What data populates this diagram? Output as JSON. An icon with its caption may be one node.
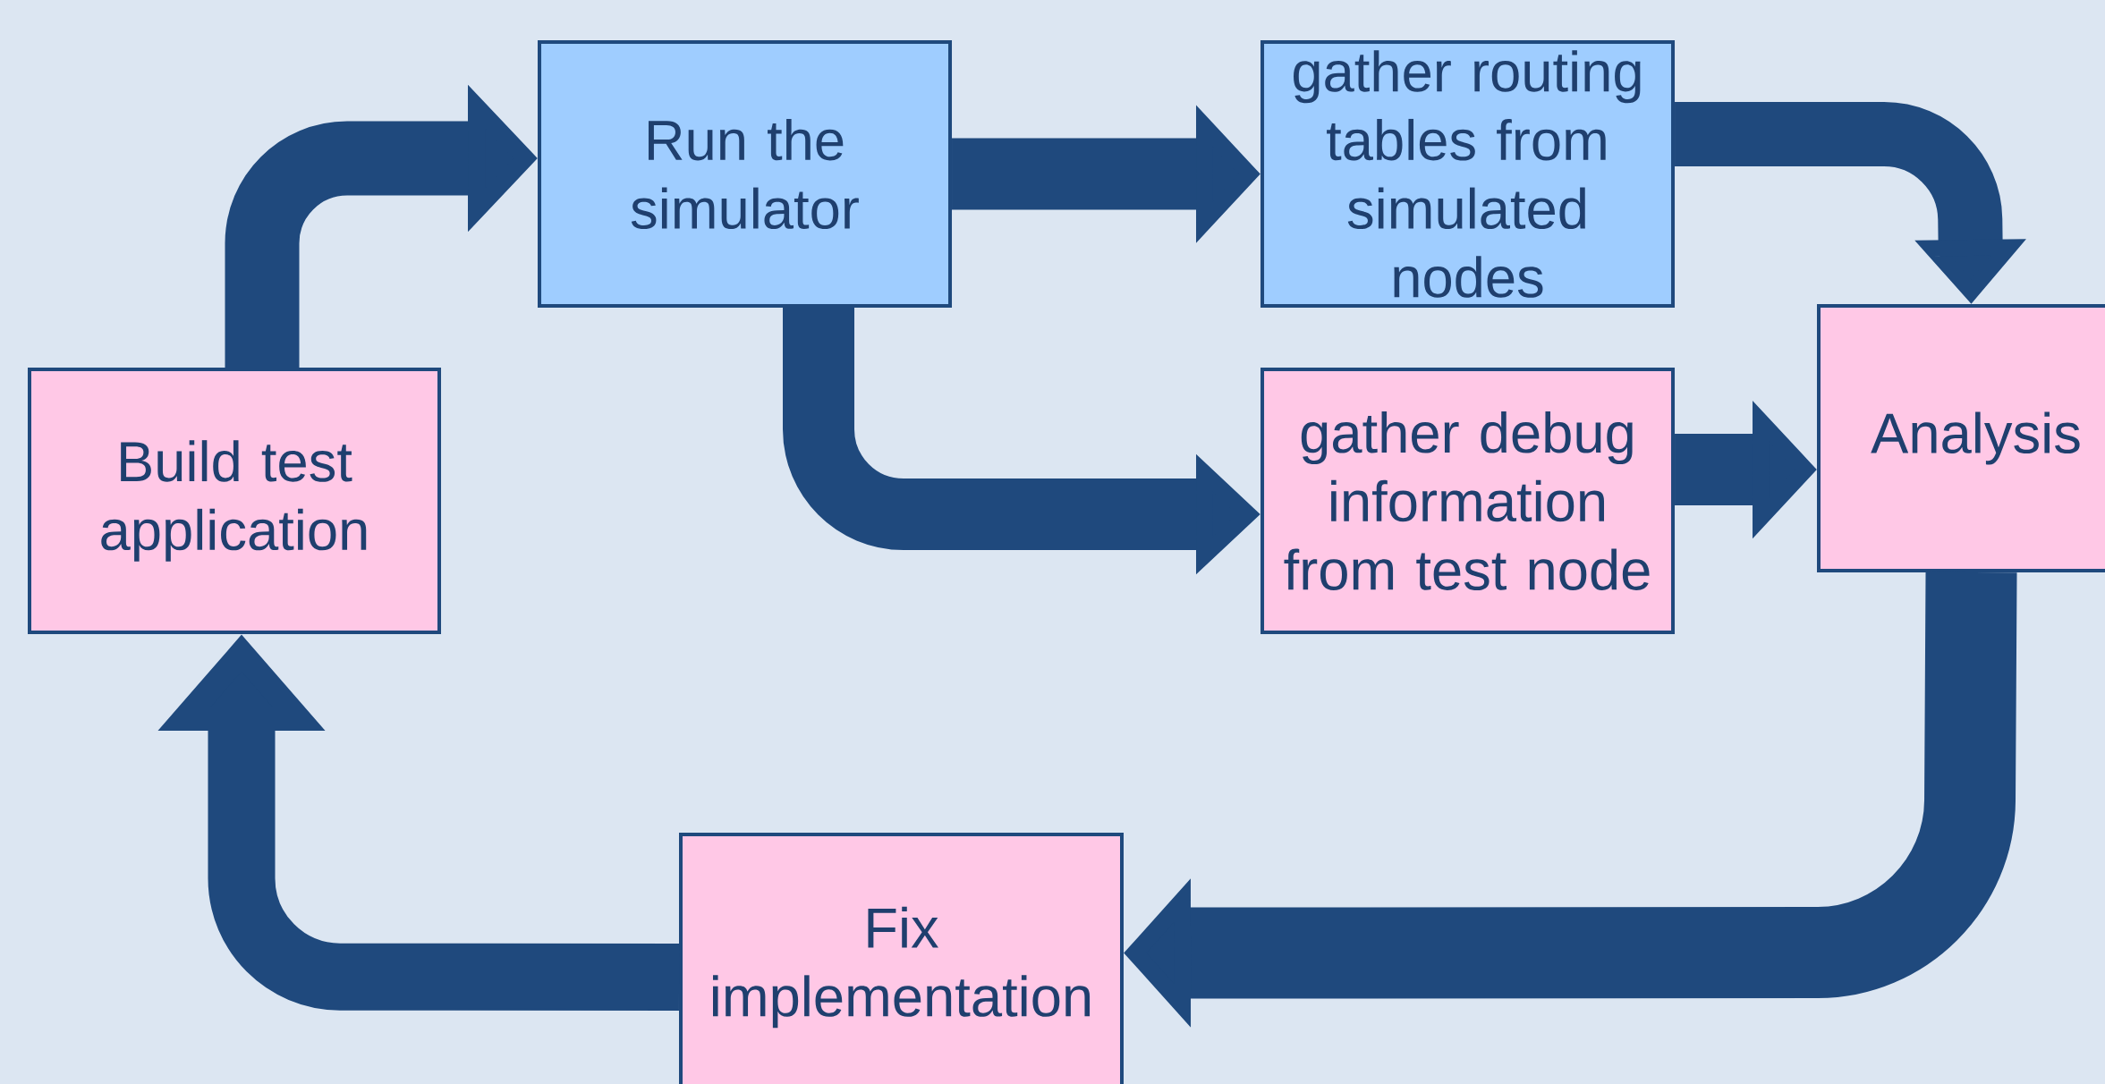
{
  "diagram": {
    "nodes": [
      {
        "text": [
          "Build test application"
        ]
      },
      {
        "text": [
          "Run the simulator"
        ]
      },
      {
        "text": [
          "gather routing tables from simulated nodes"
        ]
      },
      {
        "text": [
          "gather debug information from test node"
        ]
      },
      {
        "text": [
          "Analysis"
        ]
      },
      {
        "text": [
          "Fix implementation"
        ]
      }
    ],
    "edges": [
      {
        "from": 0,
        "to": 1,
        "arrow": "to"
      },
      {
        "from": 1,
        "to": 2,
        "arrow": "to"
      },
      {
        "from": 1,
        "to": 3,
        "arrow": "to"
      },
      {
        "from": 2,
        "to": 4,
        "arrow": "to"
      },
      {
        "from": 3,
        "to": 4,
        "arrow": "to"
      },
      {
        "from": 4,
        "to": 5,
        "arrow": "to"
      },
      {
        "from": 5,
        "to": 0,
        "arrow": "to"
      }
    ]
  }
}
